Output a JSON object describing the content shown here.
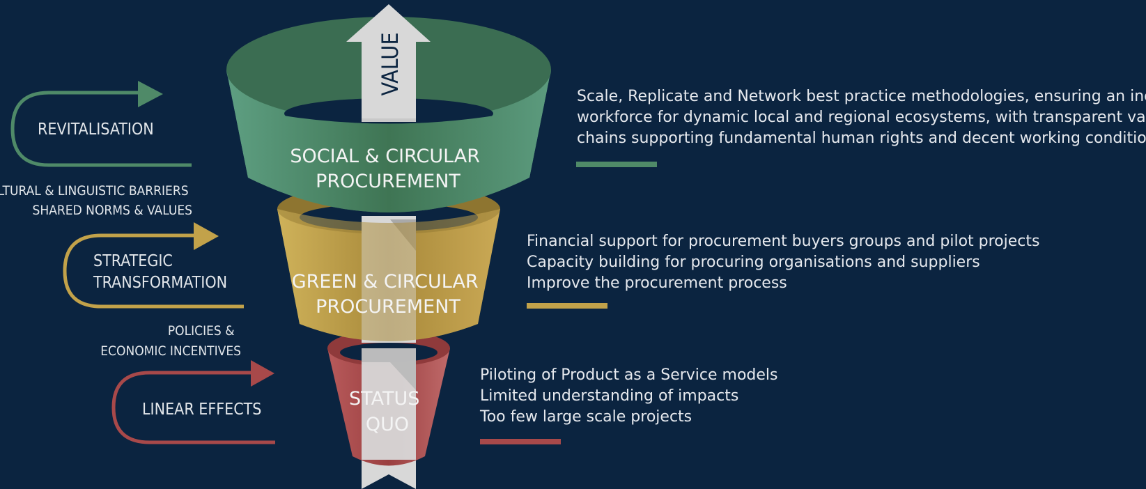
{
  "colors": {
    "background": "#0b2440",
    "green": "#4f8a68",
    "gold": "#c2a24a",
    "red": "#a8494a",
    "arrow": "#d8d8d8"
  },
  "arrow_label": "VALUE",
  "segments": [
    {
      "id": "social",
      "label_lines": [
        "SOCIAL & CIRCULAR",
        "PROCUREMENT"
      ]
    },
    {
      "id": "green",
      "label_lines": [
        "GREEN  & CIRCULAR",
        "PROCUREMENT"
      ]
    },
    {
      "id": "status",
      "label_lines": [
        "STATUS",
        "QUO"
      ]
    }
  ],
  "left_arrows": [
    {
      "id": "revitalisation",
      "label_lines": [
        "REVITALISATION"
      ]
    },
    {
      "id": "strategic",
      "label_lines": [
        "STRATEGIC",
        "TRANSFORMATION"
      ]
    },
    {
      "id": "linear",
      "label_lines": [
        "LINEAR EFFECTS"
      ]
    }
  ],
  "barriers": [
    {
      "id": "cultural",
      "lines": [
        "CULTURAL & LINGUISTIC BARRIERS",
        "SHARED NORMS & VALUES"
      ]
    },
    {
      "id": "policies",
      "lines": [
        "POLICIES &",
        "ECONOMIC INCENTIVES"
      ]
    }
  ],
  "descriptions": [
    {
      "id": "social",
      "lines": [
        "Scale, Replicate and Network best practice methodologies, ensuring an inclusive",
        "workforce for dynamic local and regional ecosystems, with transparent value",
        "chains supporting fundamental human rights and decent working conditions"
      ]
    },
    {
      "id": "green",
      "lines": [
        "Financial support for procurement buyers groups and pilot projects",
        "Capacity building for procuring organisations and suppliers",
        "Improve the procurement process"
      ]
    },
    {
      "id": "status",
      "lines": [
        "Piloting of Product as a Service models",
        "Limited understanding of impacts",
        "Too few large scale projects"
      ]
    }
  ]
}
